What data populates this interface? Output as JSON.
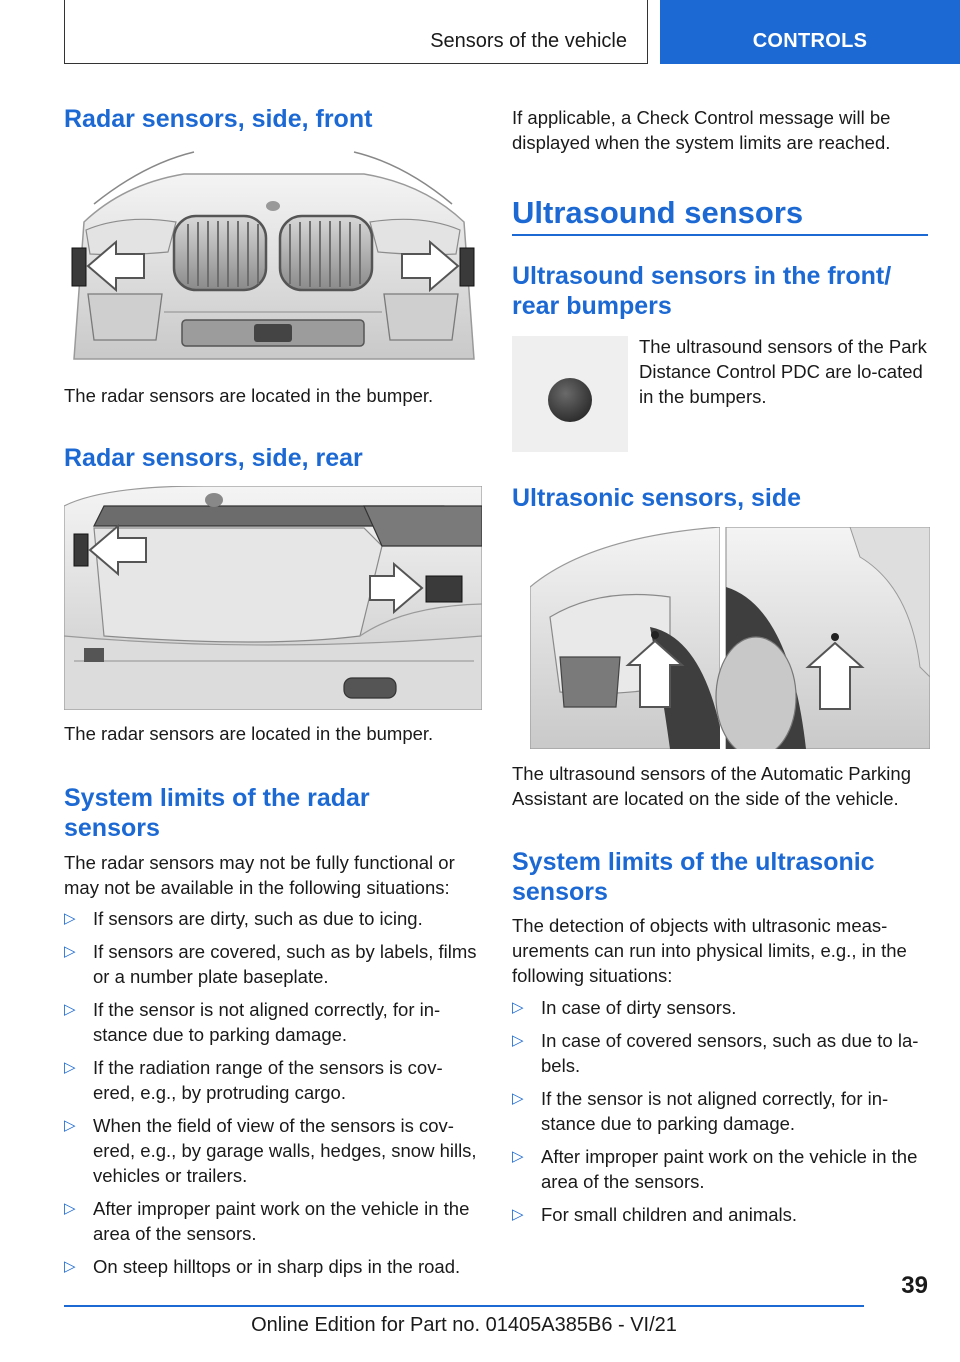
{
  "header": {
    "section": "Sensors of the vehicle",
    "tab": "CONTROLS"
  },
  "left": {
    "front_heading": "Radar sensors, side, front",
    "front_caption": "The radar sensors are located in the bumper.",
    "rear_heading": "Radar sensors, side, rear",
    "rear_caption": "The radar sensors are located in the bumper.",
    "limits_heading": "System limits of the radar sensors",
    "limits_intro": "The radar sensors may not be fully functional or may not be available in the following situations:",
    "limits_items": [
      "If sensors are dirty, such as due to icing.",
      "If sensors are covered, such as by labels, films or a number plate baseplate.",
      "If the sensor is not aligned correctly, for in-stance due to parking damage.",
      "If the radiation range of the sensors is cov-ered, e.g., by protruding cargo.",
      "When the field of view of the sensors is cov-ered, e.g., by garage walls, hedges, snow hills, vehicles or trailers.",
      "After improper paint work on the vehicle in the area of the sensors.",
      "On steep hilltops or in sharp dips in the road."
    ]
  },
  "right": {
    "check_control": "If applicable, a Check Control message will be displayed when the system limits are reached.",
    "ultra_heading": "Ultrasound sensors",
    "bumpers_heading": "Ultrasound sensors in the front/ rear bumpers",
    "bumpers_text": "The ultrasound sensors of the Park Distance Control PDC are lo-cated in the bumpers.",
    "side_heading": "Ultrasonic sensors, side",
    "side_caption": "The ultrasound sensors of the Automatic Parking Assistant are located on the side of the vehicle.",
    "ulimits_heading": "System limits of the ultrasonic sensors",
    "ulimits_intro": "The detection of objects with ultrasonic meas-urements can run into physical limits, e.g., in the following situations:",
    "ulimits_items": [
      "In case of dirty sensors.",
      "In case of covered sensors, such as due to la-bels.",
      "If the sensor is not aligned correctly, for in-stance due to parking damage.",
      "After improper paint work on the vehicle in the area of the sensors.",
      "For small children and animals."
    ]
  },
  "footer": {
    "page_number": "39",
    "edition": "Online Edition for Part no. 01405A385B6 - VI/21"
  },
  "icons": {
    "bullet": "triangle-right-outline",
    "arrow": "block-arrow"
  },
  "colors": {
    "accent": "#1c69d4",
    "text": "#1a1a1a"
  }
}
